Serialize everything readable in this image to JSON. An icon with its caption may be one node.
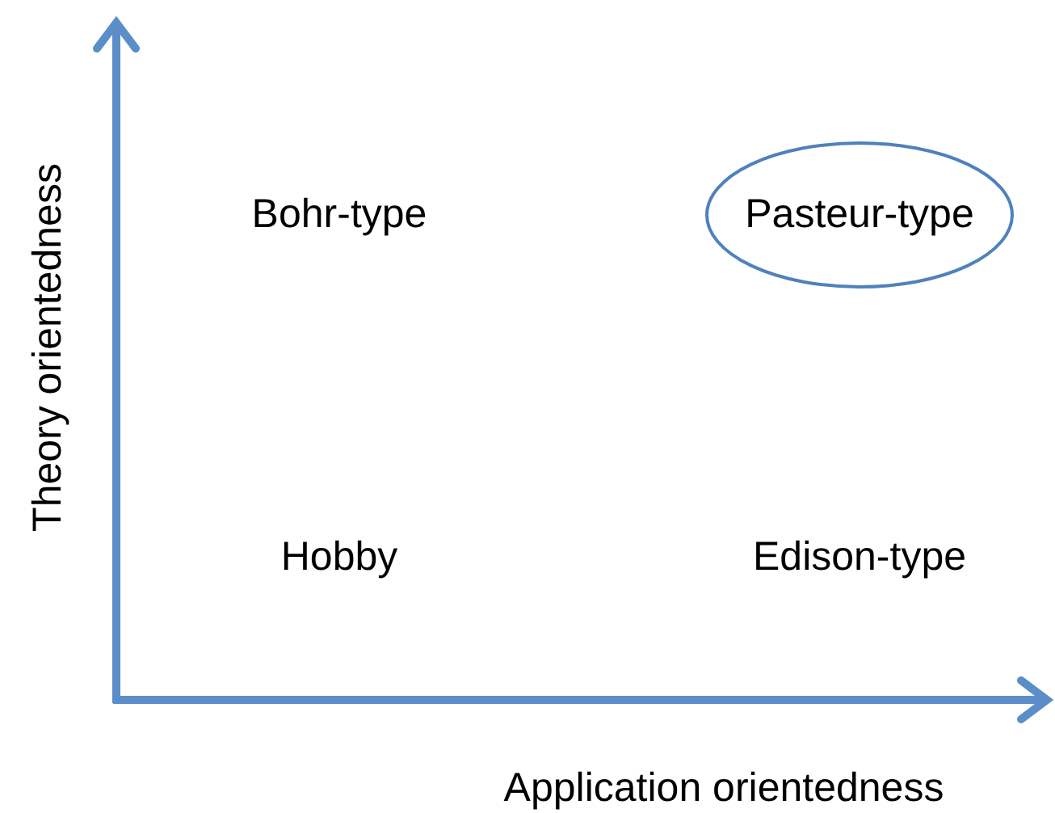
{
  "diagram": {
    "nodes": [
      {
        "text": [
          "Pasteur-type"
        ]
      }
    ],
    "labels": [
      "Bohr-type",
      "Hobby",
      "Edison-type",
      "Theory orientedness",
      "Application orientedness"
    ]
  }
}
